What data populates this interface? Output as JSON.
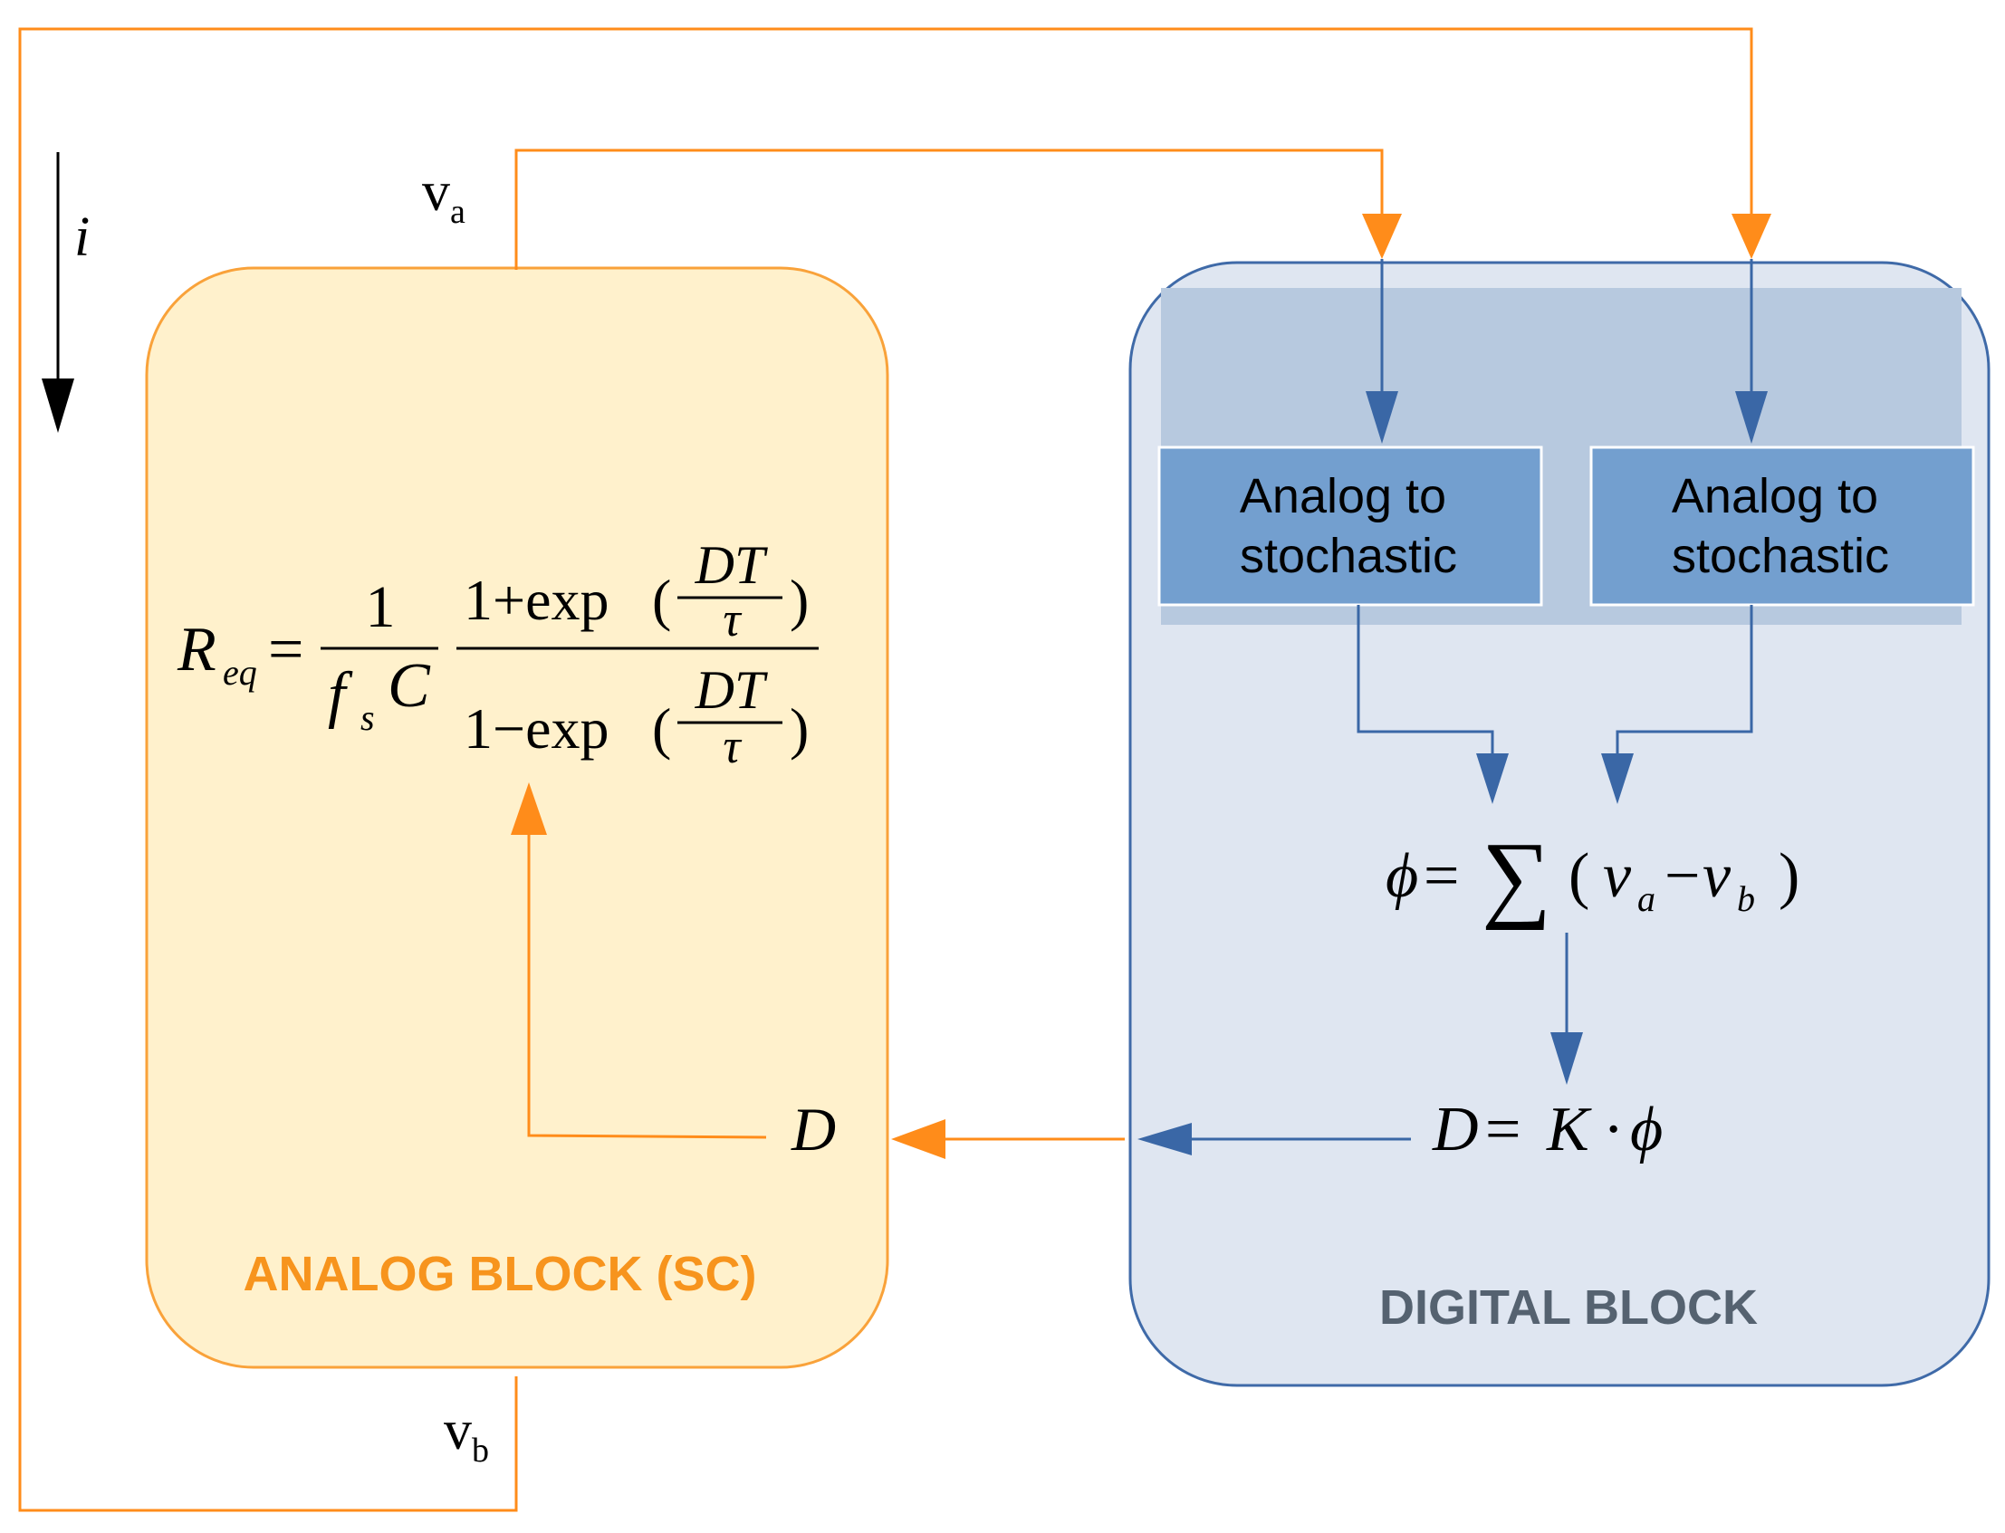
{
  "colors": {
    "orange": "#ff8c1a",
    "analog_fill": "#fff1cc",
    "analog_stroke": "#f9a23a",
    "analog_label": "#f7941d",
    "digital_fill": "#dfe6f1",
    "digital_header": "#b7c9df",
    "digital_stroke": "#3f6aa8",
    "box_fill": "#739fcf",
    "blue": "#3a67a6",
    "digital_label": "#556270",
    "text": "#000000"
  },
  "labels": {
    "current": "i",
    "va_main": "v",
    "va_sub": "a",
    "vb_main": "v",
    "vb_sub": "b",
    "analog_block": "ANALOG BLOCK (SC)",
    "digital_block": "DIGITAL BLOCK",
    "duty": "D"
  },
  "converters": [
    {
      "line1": "Analog to",
      "line2": "stochastic"
    },
    {
      "line1": "Analog to",
      "line2": "stochastic"
    }
  ],
  "req_formula": {
    "R": "R",
    "sub": "eq",
    "eq": "=",
    "one": "1",
    "fs": "f",
    "fs_sub": "s",
    "C": "C",
    "num_prefix": "1+exp",
    "den_prefix": "1−exp",
    "paren_open": "(",
    "paren_close": ")",
    "DT": "DT",
    "tau": "τ"
  },
  "phi_formula": {
    "phi": "ϕ",
    "eq": "=",
    "sum": "∑",
    "paren_open": "(",
    "v": "v",
    "sub_a": "a",
    "minus": "−",
    "sub_b": "b",
    "paren_close": ")"
  },
  "d_formula": {
    "D": "D",
    "eq": "=",
    "K": "K",
    "dot": "·",
    "phi": "ϕ"
  }
}
